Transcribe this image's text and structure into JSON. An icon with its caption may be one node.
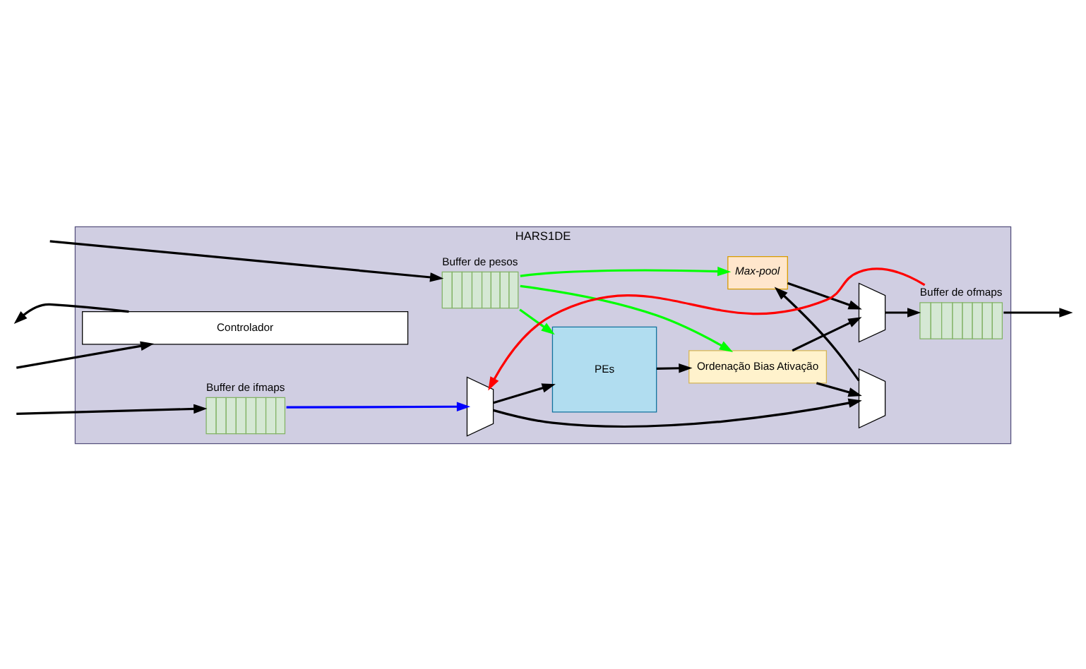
{
  "diagram": {
    "nodes": [
      {
        "text": [
          "HARS1DE"
        ]
      },
      {
        "text": [
          "Controlador"
        ],
        "in": 0
      },
      {
        "text": [
          "Buffer de pesos"
        ],
        "in": 0
      },
      {
        "text": [
          "Buffer de ifmaps"
        ],
        "in": 0
      },
      {
        "text": [],
        "shape": "trapezoid",
        "in": 0
      },
      {
        "text": [
          "PEs"
        ],
        "in": 0
      },
      {
        "text": [
          "Max-pool"
        ],
        "in": 0
      },
      {
        "text": [],
        "shape": "trapezoid",
        "in": 0
      },
      {
        "text": [
          "Ordenação Bias Ativação"
        ],
        "in": 0
      },
      {
        "text": [],
        "shape": "trapezoid",
        "in": 0
      },
      {
        "text": [
          "Buffer de ofmaps"
        ],
        "in": 0
      }
    ],
    "edges": [
      {
        "from": null,
        "to": 1,
        "arrow": "to"
      },
      {
        "from": 1,
        "to": null,
        "arrow": "to"
      },
      {
        "from": null,
        "to": 2,
        "arrow": "to"
      },
      {
        "from": null,
        "to": 3,
        "arrow": "to"
      },
      {
        "from": 2,
        "to": 5,
        "arrow": "to",
        "color": "#00ff00"
      },
      {
        "from": 2,
        "to": 6,
        "arrow": "to",
        "color": "#00ff00"
      },
      {
        "from": 2,
        "to": 8,
        "arrow": "to",
        "color": "#00ff00"
      },
      {
        "from": 3,
        "to": 4,
        "arrow": "to",
        "color": "#0000ff"
      },
      {
        "from": 10,
        "to": 4,
        "arrow": "to",
        "color": "#ff0000"
      },
      {
        "from": 10,
        "to": null,
        "arrow": "to"
      },
      {
        "from": 4,
        "to": 5,
        "arrow": "to"
      },
      {
        "from": 4,
        "to": 7,
        "arrow": "to"
      },
      {
        "from": 5,
        "to": 8,
        "arrow": "to"
      },
      {
        "from": 8,
        "to": 7,
        "arrow": "to"
      },
      {
        "from": 8,
        "to": 9,
        "arrow": "to"
      },
      {
        "from": 7,
        "to": 6,
        "arrow": "to"
      },
      {
        "from": 6,
        "to": 9,
        "arrow": "to"
      },
      {
        "from": 9,
        "to": 10,
        "arrow": "to"
      }
    ]
  }
}
